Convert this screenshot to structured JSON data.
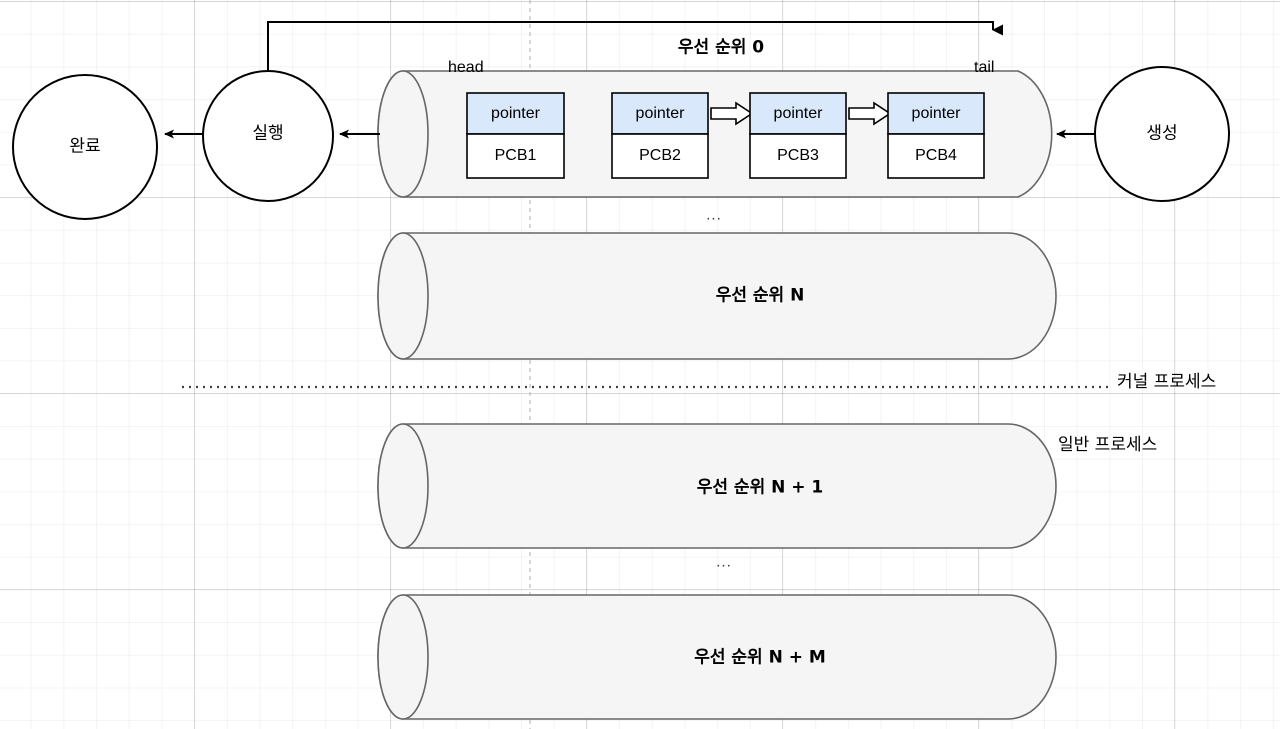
{
  "diagram": {
    "title_priority0": "우선 순위 0",
    "queue_labels": {
      "head": "head",
      "tail": "tail"
    },
    "states": [
      {
        "id": "done",
        "label": "완료"
      },
      {
        "id": "running",
        "label": "실행"
      },
      {
        "id": "new",
        "label": "생성"
      }
    ],
    "queues": [
      {
        "id": "p0",
        "label": "우선 순위 0",
        "has_nodes": true
      },
      {
        "id": "pN",
        "label": "우선 순위 N",
        "has_nodes": false
      },
      {
        "id": "pN1",
        "label": "우선 순위 N + 1",
        "has_nodes": false
      },
      {
        "id": "pNM",
        "label": "우선 순위 N + M",
        "has_nodes": false
      }
    ],
    "nodes": [
      {
        "pointer": "pointer",
        "pcb": "PCB1"
      },
      {
        "pointer": "pointer",
        "pcb": "PCB2"
      },
      {
        "pointer": "pointer",
        "pcb": "PCB3"
      },
      {
        "pointer": "pointer",
        "pcb": "PCB4"
      }
    ],
    "ellipsis": "...",
    "side_labels": {
      "kernel": "커널 프로세스",
      "normal": "일반 프로세스"
    },
    "colors": {
      "pointer_fill": "#dae8fc",
      "pointer_stroke": "#000000",
      "pcb_fill": "#ffffff",
      "cylinder_fill": "#f5f5f5",
      "cylinder_stroke": "#666666",
      "circle_stroke": "#000000",
      "arrow": "#000000",
      "divider": "#404040"
    }
  }
}
